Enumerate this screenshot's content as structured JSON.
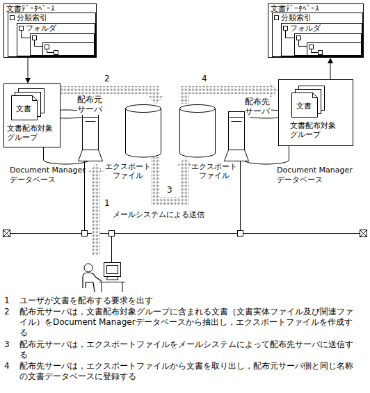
{
  "diagram": {
    "nodes": [
      {
        "text": [
          "文書ﾃﾞｰﾀﾍﾞｰｽ"
        ]
      },
      {
        "text": [
          "分類索引"
        ],
        "in": 0
      },
      {
        "text": [
          "フォルダ"
        ],
        "in": 1
      },
      {
        "text": [
          "文書ﾃﾞｰﾀﾍﾞｰｽ"
        ]
      },
      {
        "text": [
          "分類索引"
        ],
        "in": 3
      },
      {
        "text": [
          "フォルダ"
        ],
        "in": 4
      },
      {
        "text": [
          "文書配布対象グループ"
        ]
      },
      {
        "text": [
          "文書"
        ],
        "in": 6
      },
      {
        "text": [
          "配布元サーバ"
        ]
      },
      {
        "text": [
          "エクスポート ファイル"
        ]
      },
      {
        "text": [
          "エクスポート ファイル"
        ]
      },
      {
        "text": [
          "配布先サーバ"
        ]
      },
      {
        "text": [
          "文書配布対象グループ"
        ]
      },
      {
        "text": [
          "文書"
        ],
        "in": 12
      }
    ],
    "edges": [
      {
        "from": 0,
        "to": 6,
        "arrow": "to"
      },
      {
        "from": 6,
        "to": 9,
        "label": "2",
        "arrow": "to"
      },
      {
        "from": 9,
        "to": 10,
        "label": "3",
        "arrow": "to"
      },
      {
        "from": 10,
        "to": 12,
        "label": "4",
        "arrow": "to"
      },
      {
        "from": 12,
        "to": 3,
        "arrow": "to"
      }
    ],
    "labels": [
      "1",
      "Document Manager データベース",
      "Document Manager データベース",
      "メールシステムによる送信",
      "1",
      "ユーザが文書を配布する要求を出す",
      "2",
      "配布元サーバは，文書配布対象グループに含まれる文書（文書実体ファイル及び関連ファイル）をDocument Managerデータベースから抽出し，エクスポートファイルを作成する",
      "3",
      "配布元サーバは，エクスポートファイルをメールシステムによって配布先サーバに送信する",
      "4",
      "配布先サーバは，エクスポートファイルから文書を取り出し，配布元サーバ側と同じ名称の文書データベースに登録する"
    ]
  }
}
